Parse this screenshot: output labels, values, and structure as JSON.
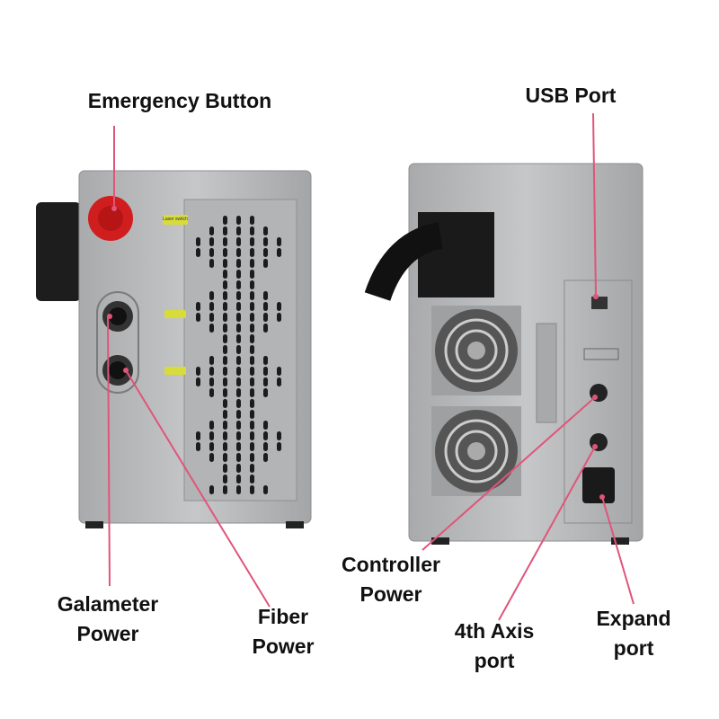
{
  "labels": {
    "emergency": "Emergency Button",
    "usb": "USB Port",
    "galameter": [
      "Galameter",
      "Power"
    ],
    "fiber": [
      "Fiber",
      "Power"
    ],
    "controller": [
      "Controller",
      "Power"
    ],
    "axis": [
      "4th Axis",
      "port"
    ],
    "expand": [
      "Expand",
      "port"
    ]
  },
  "stickers": [
    "Laser switch"
  ],
  "colors": {
    "leader": "#e0557a",
    "panel": "#b9babc",
    "estop": "#d42020",
    "sticker": "#d8dc3a"
  }
}
